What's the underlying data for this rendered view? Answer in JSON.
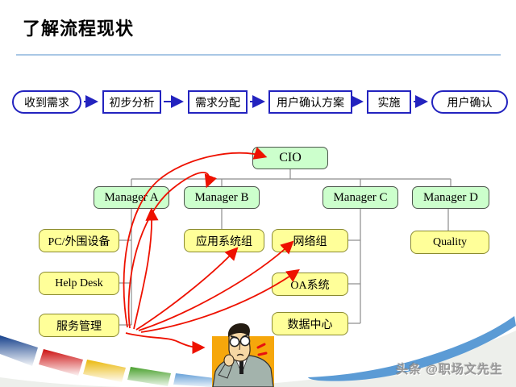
{
  "slide": {
    "title": "了解流程现状",
    "watermark": "头条 @职场文先生"
  },
  "flow": {
    "steps": [
      "收到需求",
      "初步分析",
      "需求分配",
      "用户确认方案",
      "实施",
      "用户确认"
    ],
    "color": "#2323bf"
  },
  "org": {
    "root": "CIO",
    "managers": [
      "Manager A",
      "Manager B",
      "Manager C",
      "Manager D"
    ],
    "manager_a_children": [
      "PC/外围设备",
      "Help Desk",
      "服务管理"
    ],
    "manager_b_children": [
      "应用系统组"
    ],
    "manager_c_children": [
      "网络组",
      "OA系统",
      "数据中心"
    ],
    "manager_d_children": [
      "Quality"
    ],
    "green_fill": "#ccffcc",
    "yellow_fill": "#ffff99"
  },
  "annotations": {
    "arrow_color": "#ee1100",
    "targets": [
      "CIO",
      "Manager B",
      "Manager A",
      "应用系统组",
      "网络组",
      "OA系统",
      "thinking-man"
    ]
  },
  "decor": {
    "swoosh_color": "#5b9bd5",
    "band_colors": [
      "#16418c",
      "#cc0f0f",
      "#eab80a",
      "#4aa12e",
      "#66a0d8"
    ]
  }
}
